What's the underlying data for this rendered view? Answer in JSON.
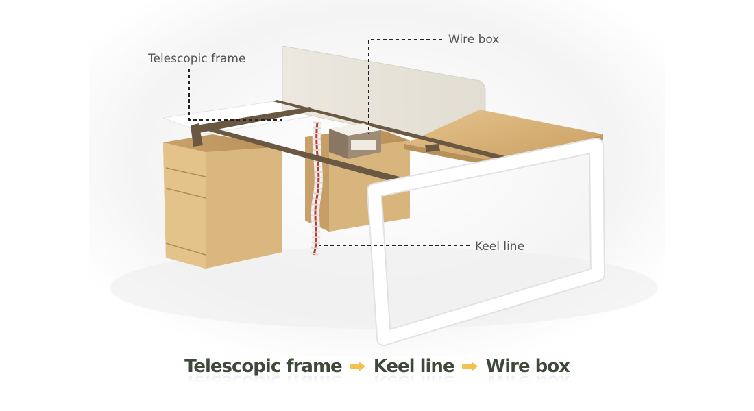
{
  "callouts": {
    "telescopic_frame": "Telescopic frame",
    "wire_box": "Wire box",
    "keel_line": "Keel line"
  },
  "flow": {
    "steps": [
      "Telescopic frame",
      "Keel line",
      "Wire box"
    ],
    "arrow_icon": "arrow-right-icon",
    "arrow_color": "#f2c14e",
    "text_color": "#3d4a3a"
  },
  "colors": {
    "wood": "#d8b57c",
    "frame_white": "#ffffff",
    "frame_brown": "#6b5843",
    "screen": "#ebe6dd",
    "keel_red": "#c0392b",
    "callout_line": "#222222"
  }
}
